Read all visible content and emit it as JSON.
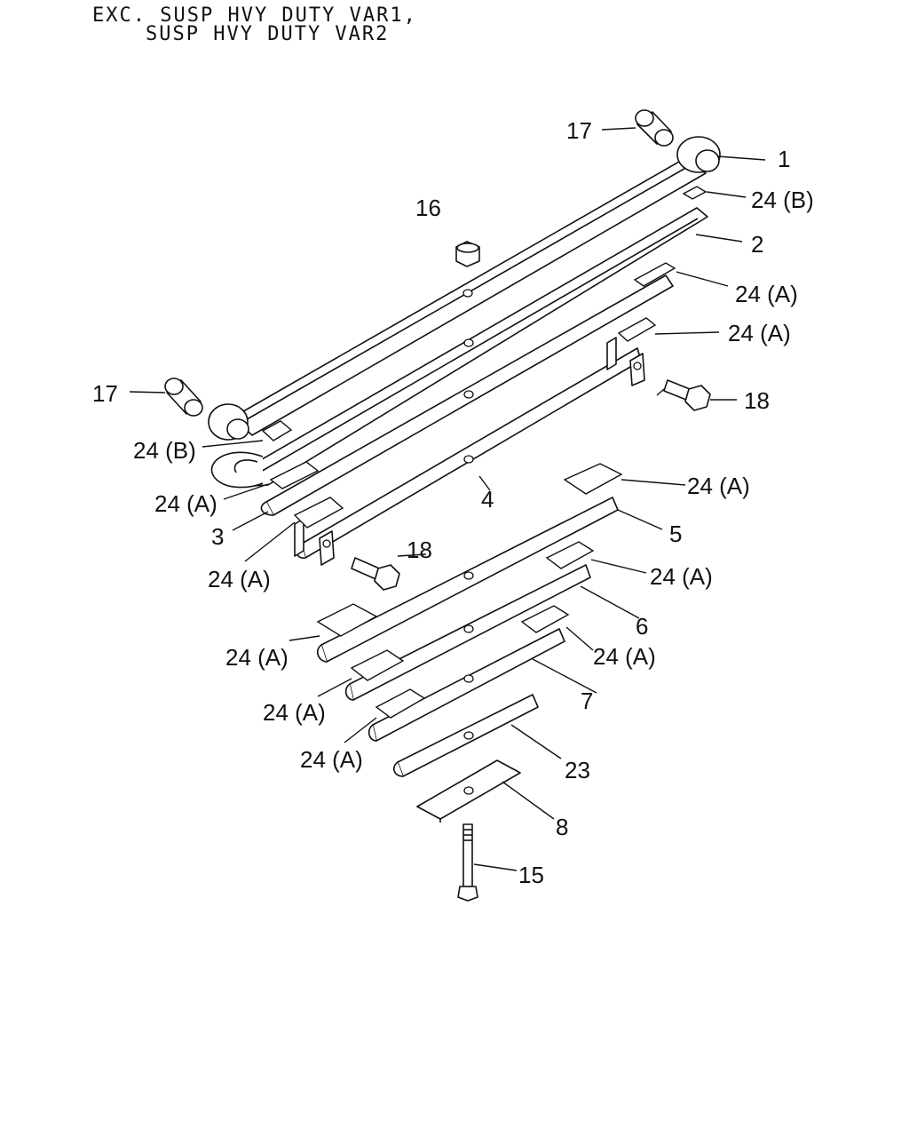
{
  "header": {
    "line1": "EXC. SUSP HVY DUTY VAR1,",
    "line2": "SUSP HVY DUTY VAR2"
  },
  "callouts": {
    "c1": "1",
    "c2": "2",
    "c3": "3",
    "c4": "4",
    "c5": "5",
    "c6": "6",
    "c7": "7",
    "c8": "8",
    "c15": "15",
    "c16": "16",
    "c17_top": "17",
    "c17_left": "17",
    "c18_right": "18",
    "c18_mid": "18",
    "c23": "23",
    "c24b_top": "24 (B)",
    "c24b_left": "24 (B)",
    "c24a_1": "24 (A)",
    "c24a_2": "24 (A)",
    "c24a_3": "24 (A)",
    "c24a_4": "24 (A)",
    "c24a_5": "24 (A)",
    "c24a_6": "24 (A)",
    "c24a_7": "24 (A)",
    "c24a_8": "24 (A)",
    "c24a_9": "24 (A)",
    "c24a_10": "24 (A)"
  }
}
